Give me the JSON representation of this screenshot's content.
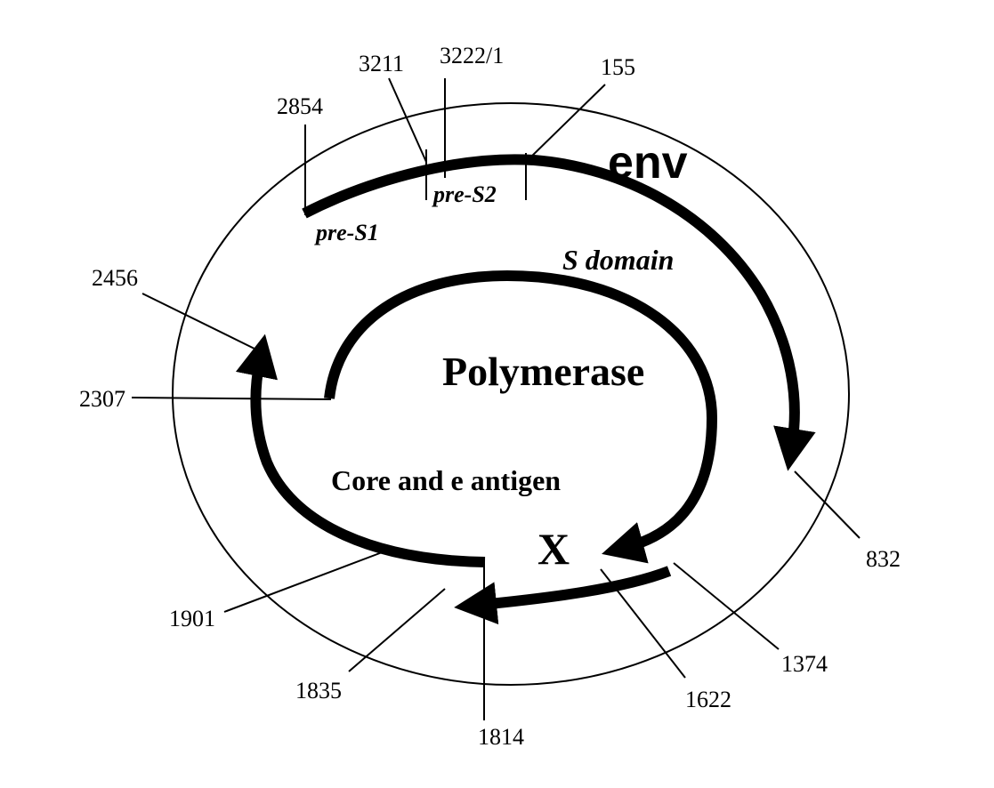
{
  "gene_labels": {
    "env": "env",
    "polymerase": "Polymerase",
    "s_domain": "S domain",
    "core": "Core and e antigen",
    "x": "X"
  },
  "segment_labels": {
    "pre_s1": "pre-S1",
    "pre_s2": "pre-S2"
  },
  "positions": {
    "p2854": "2854",
    "p3211": "3211",
    "p3222": "3222/1",
    "p155": "155",
    "p2456": "2456",
    "p2307": "2307",
    "p832": "832",
    "p1901": "1901",
    "p1835": "1835",
    "p1814": "1814",
    "p1622": "1622",
    "p1374": "1374"
  }
}
